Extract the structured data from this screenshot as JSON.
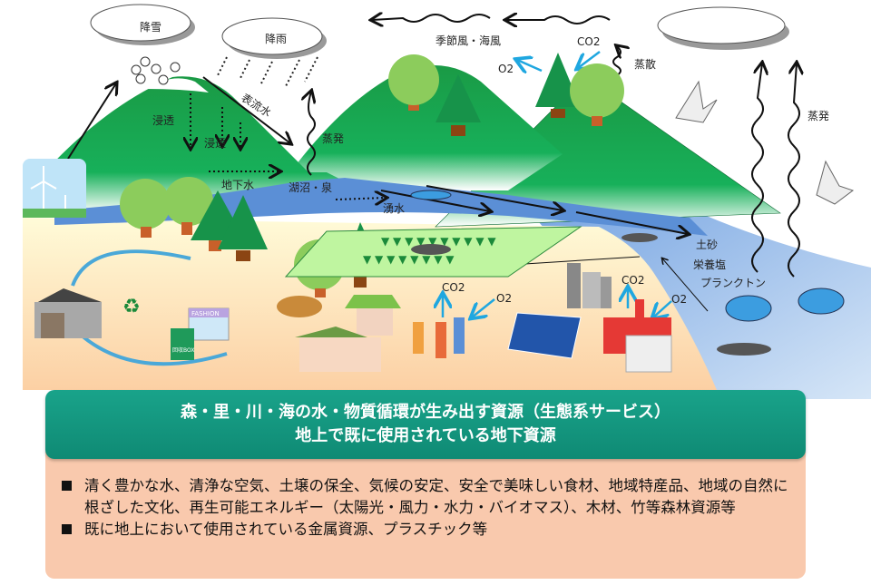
{
  "scene": {
    "labels": {
      "snow": "降雪",
      "rain": "降雨",
      "infiltration1": "浸透",
      "infiltration2": "浸透",
      "surface_water": "表流水",
      "evaporation1": "蒸発",
      "groundwater": "地下水",
      "lake_spring": "湖沼・泉",
      "spring_water": "湧水",
      "monsoon_sea_breeze": "季節風・海風",
      "co2_mountain": "CO2",
      "o2_mountain": "O2",
      "transpiration": "蒸散",
      "evaporation2": "蒸発",
      "sediment": "土砂",
      "nutrients": "栄養塩",
      "plankton": "プランクトン",
      "co2_village": "CO2",
      "o2_village": "O2",
      "co2_factory": "CO2",
      "o2_sea": "O2",
      "fashion_shop": "FASHION",
      "collection_box": "回収BOX"
    },
    "colors": {
      "mountain": "#14a04a",
      "river": "#5b8fd6",
      "sea": "#8fb6e6",
      "tree_light": "#8ccc5c",
      "o2_arrow": "#1fa7e0"
    }
  },
  "panel": {
    "title_line1": "森・里・川・海の水・物質循環が生み出す資源（生態系サービス）",
    "title_line2": "地上で既に使用されている地下資源",
    "bullets": [
      "清く豊かな水、清浄な空気、土壌の保全、気候の安定、安全で美味しい食材、地域特産品、地域の自然に根ざした文化、再生可能エネルギー（太陽光・風力・水力・バイオマス）、木材、竹等森林資源等",
      "既に地上において使用されている金属資源、プラスチック等"
    ]
  }
}
